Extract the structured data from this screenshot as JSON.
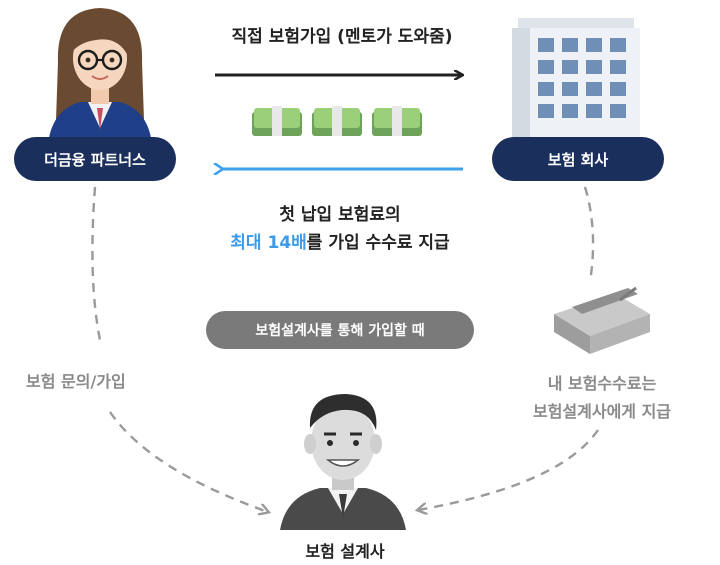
{
  "top_flow": {
    "label": "직접 보험가입 (멘토가 도와줌)"
  },
  "left_party": {
    "label": "더금융 파트너스"
  },
  "right_party": {
    "label": "보험 회사"
  },
  "commission": {
    "line1": "첫 납입 보험료의",
    "highlight": "최대 14배",
    "line2_rest": "를 가입 수수료 지급"
  },
  "via_agent": {
    "label": "보험설계사를 통해 가입할 때"
  },
  "left_flow": {
    "label": "보험 문의/가입"
  },
  "right_flow": {
    "line1": "내 보험수수료는",
    "line2": "보험설계사에게 지급"
  },
  "bottom_party": {
    "label": "보험 설계사"
  },
  "colors": {
    "navy": "#1b2f5d",
    "blue_arrow": "#3da2ee",
    "highlight": "#3b9ae9",
    "gray": "#8a8a8a"
  }
}
